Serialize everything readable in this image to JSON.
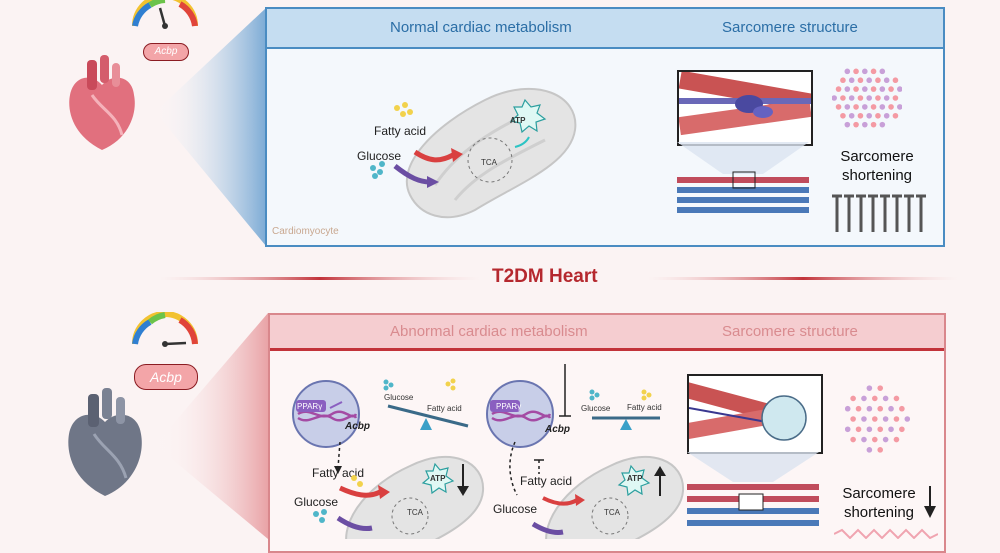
{
  "top_panel": {
    "header_left": "Normal cardiac metabolism",
    "header_right": "Sarcomere structure",
    "fatty_acid": "Fatty acid",
    "glucose": "Glucose",
    "atp": "ATP",
    "tca": "TCA",
    "cell_label": "Cardiomyocyte",
    "sarcomere_label": "Sarcomere\nshortening",
    "acbp": "Acbp"
  },
  "divider": {
    "title": "T2DM Heart"
  },
  "bottom_panel": {
    "header_left": "Abnormal cardiac metabolism",
    "header_right": "Sarcomere structure",
    "ppar_left": "PPARγ",
    "ppar_right": "PPARγ",
    "acbp_left": "Acbp",
    "acbp_right": "Acbp",
    "glucose_balance_left": "Glucose",
    "fatty_balance_left": "Fatty acid",
    "glucose_balance_right": "Glucose",
    "fatty_balance_right": "Fatty acid",
    "fatty_acid_left": "Fatty acid",
    "glucose_left": "Glucose",
    "fatty_acid_right": "Fatty acid",
    "glucose_right": "Glucose",
    "atp_left": "ATP",
    "atp_right": "ATP",
    "tca_left": "TCA",
    "tca_right": "TCA",
    "sarcomere_label": "Sarcomere\nshortening",
    "acbp": "Acbp"
  },
  "colors": {
    "blue": "#4a8cc2",
    "red": "#c2333a",
    "pink": "#f5cdd0"
  }
}
